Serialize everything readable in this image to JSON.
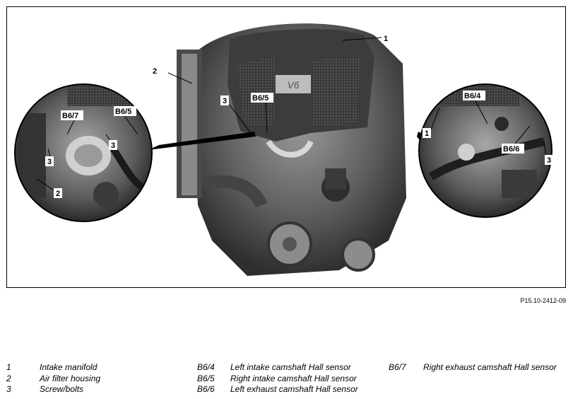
{
  "figure": {
    "ref_code": "P15.10-2412-09",
    "engine_badge": "V6",
    "callouts": {
      "c1": "1",
      "c2": "2",
      "c3": "3",
      "b65": "B6/5",
      "left_b67": "B6/7",
      "left_b65": "B6/5",
      "left_3a": "3",
      "left_3b": "3",
      "left_2": "2",
      "right_b64": "B6/4",
      "right_1": "1",
      "right_b66": "B6/6",
      "right_3": "3"
    }
  },
  "legend": [
    {
      "code": "1",
      "text": "Intake manifold"
    },
    {
      "code": "2",
      "text": "Air filter housing"
    },
    {
      "code": "3",
      "text": "Screw/bolts"
    },
    {
      "code": "B6/4",
      "text": "Left intake camshaft Hall sensor"
    },
    {
      "code": "B6/5",
      "text": "Right intake camshaft Hall sensor"
    },
    {
      "code": "B6/6",
      "text": "Left exhaust camshaft Hall sensor"
    },
    {
      "code": "B6/7",
      "text": "Right exhaust camshaft Hall sensor"
    }
  ]
}
